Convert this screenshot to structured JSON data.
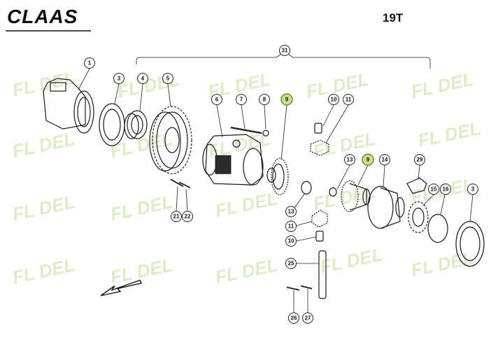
{
  "header": {
    "brand": "CLAAS",
    "diagram_code": "19T"
  },
  "watermark_text": "FL  DEL",
  "colors": {
    "highlight_fill": "#c9e08a",
    "watermark": "#cfe9b6",
    "line": "#1a1a1a"
  },
  "callouts": [
    "1",
    "3",
    "4",
    "5",
    "6",
    "7",
    "8",
    "9",
    "10",
    "11",
    "13",
    "9",
    "14",
    "29",
    "15",
    "16",
    "3",
    "13",
    "11",
    "10",
    "25",
    "21",
    "22",
    "26",
    "27",
    "31"
  ],
  "highlighted_callouts": [
    "9"
  ],
  "direction_indicator": "arrow-down-left-icon"
}
